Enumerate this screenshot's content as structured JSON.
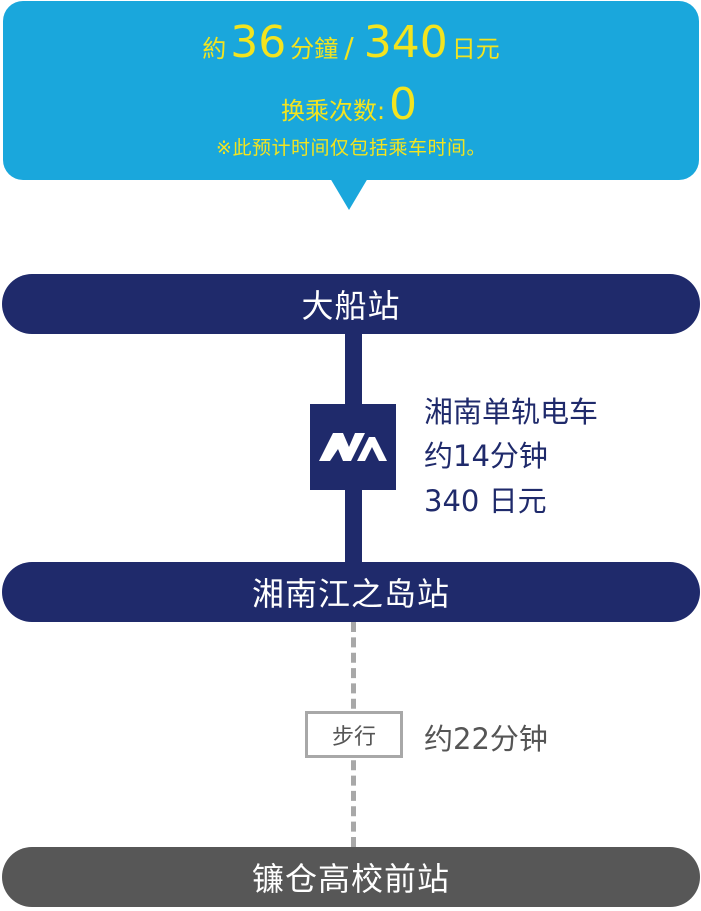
{
  "summary": {
    "approx_prefix": "約",
    "minutes": "36",
    "minutes_unit": "分鐘",
    "separator": "/",
    "fare": "340",
    "fare_unit": "日元",
    "transfers_label": "换乘次数:",
    "transfers": "0",
    "note": "※此预计时间仅包括乘车时间。"
  },
  "colors": {
    "bubble": "#1aa7dc",
    "highlight_text": "#f3e41f",
    "rail_navy": "#1f2a6b",
    "walk_gray": "#575757"
  },
  "route": {
    "origin": "大船站",
    "rail_segment": {
      "icon": "monorail-logo-icon",
      "line_name": "湘南单轨电车",
      "duration": "约14分钟",
      "fare": "340 日元"
    },
    "transfer_station": "湘南江之岛站",
    "walk_segment": {
      "label": "步行",
      "duration": "约22分钟"
    },
    "destination": "镰仓高校前站"
  }
}
